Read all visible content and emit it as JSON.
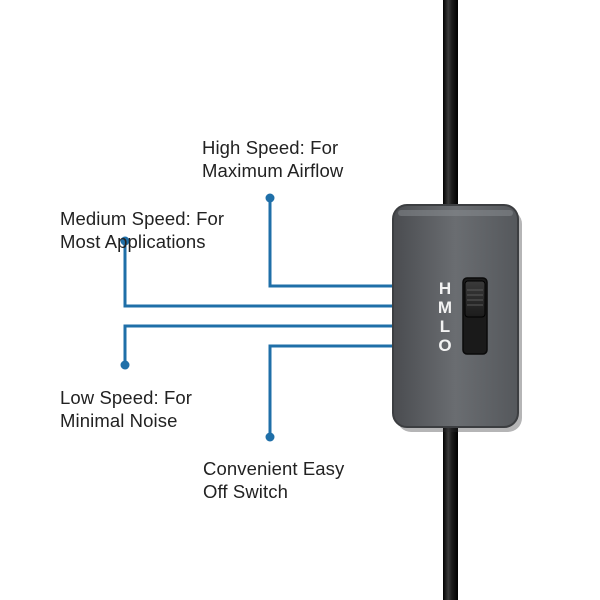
{
  "colors": {
    "leader": "#1f6fa8",
    "cord": "#111111",
    "switch_body": "#5d6064",
    "text": "#222222"
  },
  "callouts": {
    "high": {
      "line1": "High Speed: For",
      "line2": "Maximum Airflow"
    },
    "medium": {
      "line1": "Medium Speed: For",
      "line2": "Most Applications"
    },
    "low": {
      "line1": "Low Speed: For",
      "line2": "Minimal Noise"
    },
    "off": {
      "line1": "Convenient Easy",
      "line2": "Off Switch"
    }
  },
  "switch": {
    "letters": [
      "H",
      "M",
      "L",
      "O"
    ],
    "selected": "H"
  }
}
